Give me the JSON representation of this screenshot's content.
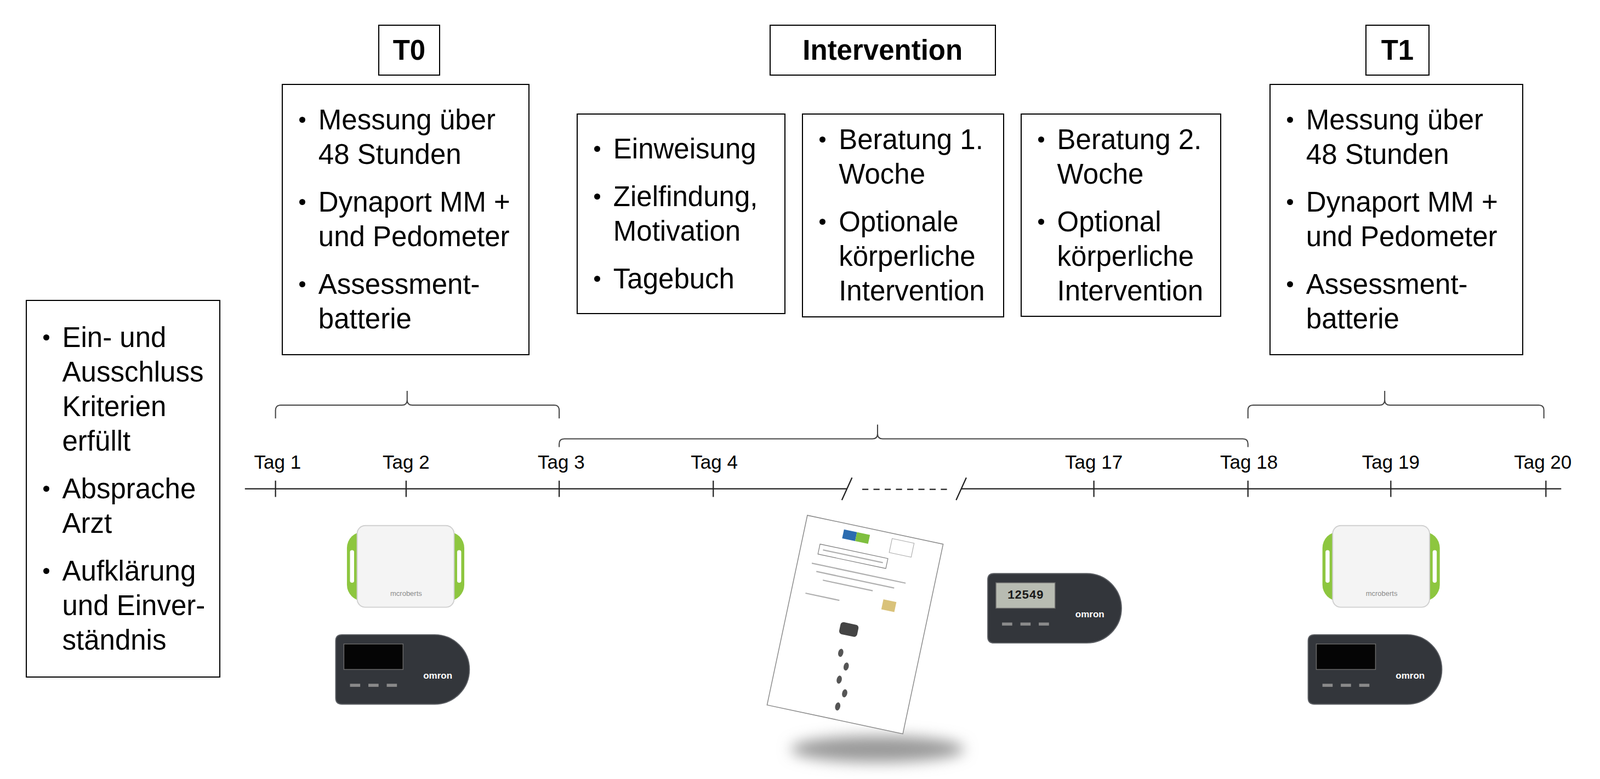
{
  "diagram": {
    "nodes": [
      {
        "text": [
          "Ein- und Ausschluss Kriterien erfüllt",
          "Absprache Arzt",
          "Aufklärung und Einver- ständnis"
        ]
      },
      {
        "text": [
          "T0"
        ]
      },
      {
        "text": [
          "Messung über 48 Stunden",
          "Dynaport MM + und Pedometer",
          "Assessment- batterie"
        ]
      },
      {
        "text": [
          "Intervention"
        ]
      },
      {
        "text": [
          "Einweisung",
          "Zielfindung, Motivation",
          "Tagebuch"
        ]
      },
      {
        "text": [
          "Beratung 1. Woche",
          "Optionale körperliche Intervention"
        ]
      },
      {
        "text": [
          "Beratung 2. Woche",
          "Optional körperliche Intervention"
        ]
      },
      {
        "text": [
          "T1"
        ]
      },
      {
        "text": [
          "Messung über 48 Stunden",
          "Dynaport MM + und Pedometer",
          "Assessment- batterie"
        ]
      }
    ],
    "labels": [
      "Tag 1",
      "Tag 2",
      "Tag 3",
      "Tag 4",
      "Tag 17",
      "Tag 18",
      "Tag 19",
      "Tag 20",
      "mcroberts",
      "omron",
      "12549",
      "omron",
      "mcroberts",
      "omron"
    ]
  }
}
